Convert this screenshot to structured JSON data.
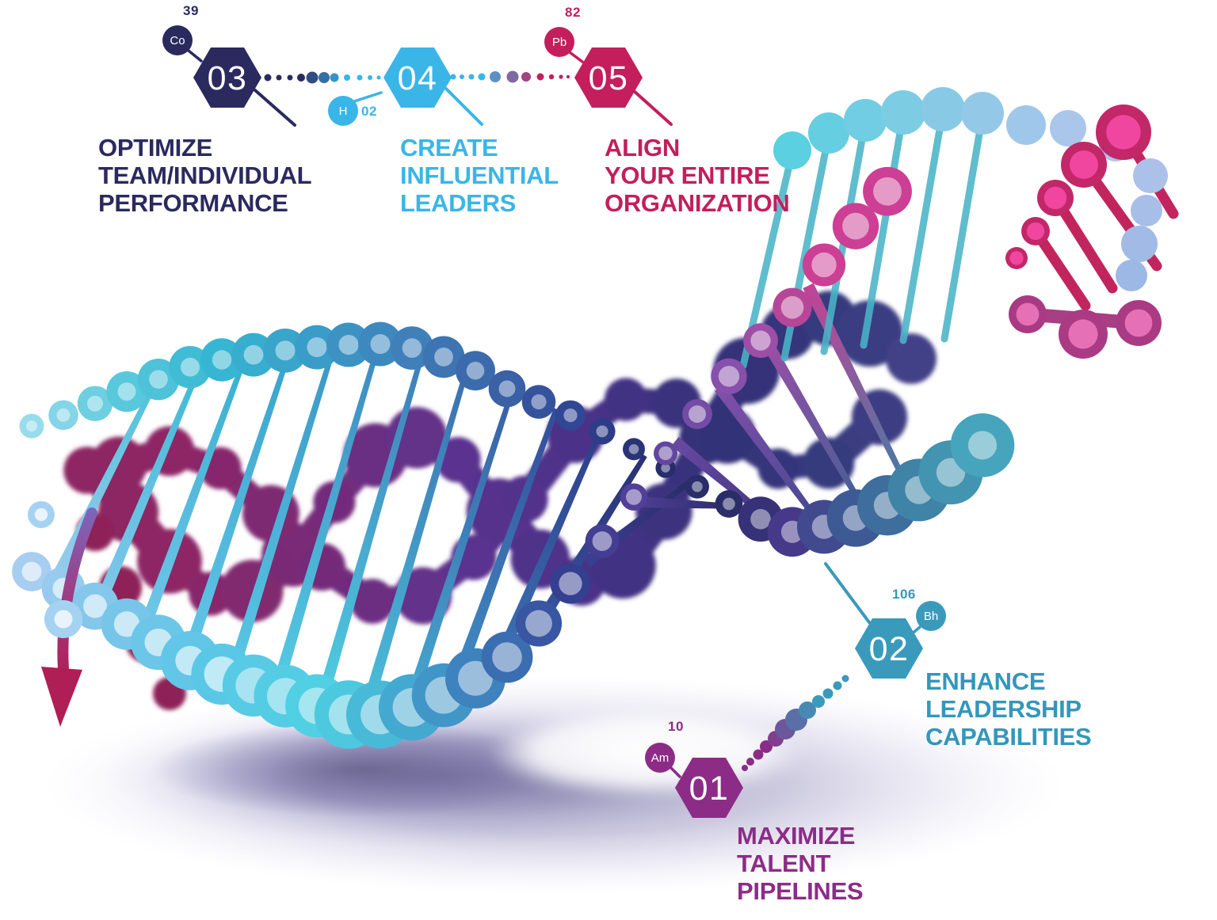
{
  "steps": [
    {
      "number": "01",
      "element": "Am",
      "mass": "10",
      "label_lines": [
        "MAXIMIZE",
        "TALENT",
        "PIPELINES"
      ],
      "color": "#8c2c86"
    },
    {
      "number": "02",
      "element": "Bh",
      "mass": "106",
      "label_lines": [
        "ENHANCE",
        "LEADERSHIP",
        "CAPABILITIES"
      ],
      "color": "#3a9abb"
    },
    {
      "number": "03",
      "element": "Co",
      "mass": "39",
      "label_lines": [
        "OPTIMIZE",
        "TEAM/INDIVIDUAL",
        "PERFORMANCE"
      ],
      "color": "#2b2a5f"
    },
    {
      "number": "04",
      "element": "H",
      "mass": "02",
      "label_lines": [
        "CREATE",
        "INFLUENTIAL",
        "LEADERS"
      ],
      "color": "#3ab5e8"
    },
    {
      "number": "05",
      "element": "Pb",
      "mass": "82",
      "label_lines": [
        "ALIGN",
        "YOUR ENTIRE",
        "ORGANIZATION"
      ],
      "color": "#c41e5c"
    }
  ],
  "colors": {
    "background": "#ffffff",
    "navy": "#2b2a5f",
    "light_blue": "#3ab5e8",
    "crimson": "#c41e5c",
    "teal": "#3a9abb",
    "purple": "#8c2c86",
    "dna_cyan": "#4fd0e2",
    "dna_navy": "#282c6c",
    "dna_magenta": "#cc3f94",
    "dna_pink": "#ee3e98",
    "shadow_lavender": "#6a62a0"
  },
  "icons": [
    {
      "name": "hexagon-step-badge",
      "shape": "hexagon"
    },
    {
      "name": "element-circle-badge",
      "shape": "circle"
    },
    {
      "name": "strand-end-arrow",
      "shape": "triangle-down"
    },
    {
      "name": "dna-helix",
      "shape": "double-helix"
    }
  ]
}
